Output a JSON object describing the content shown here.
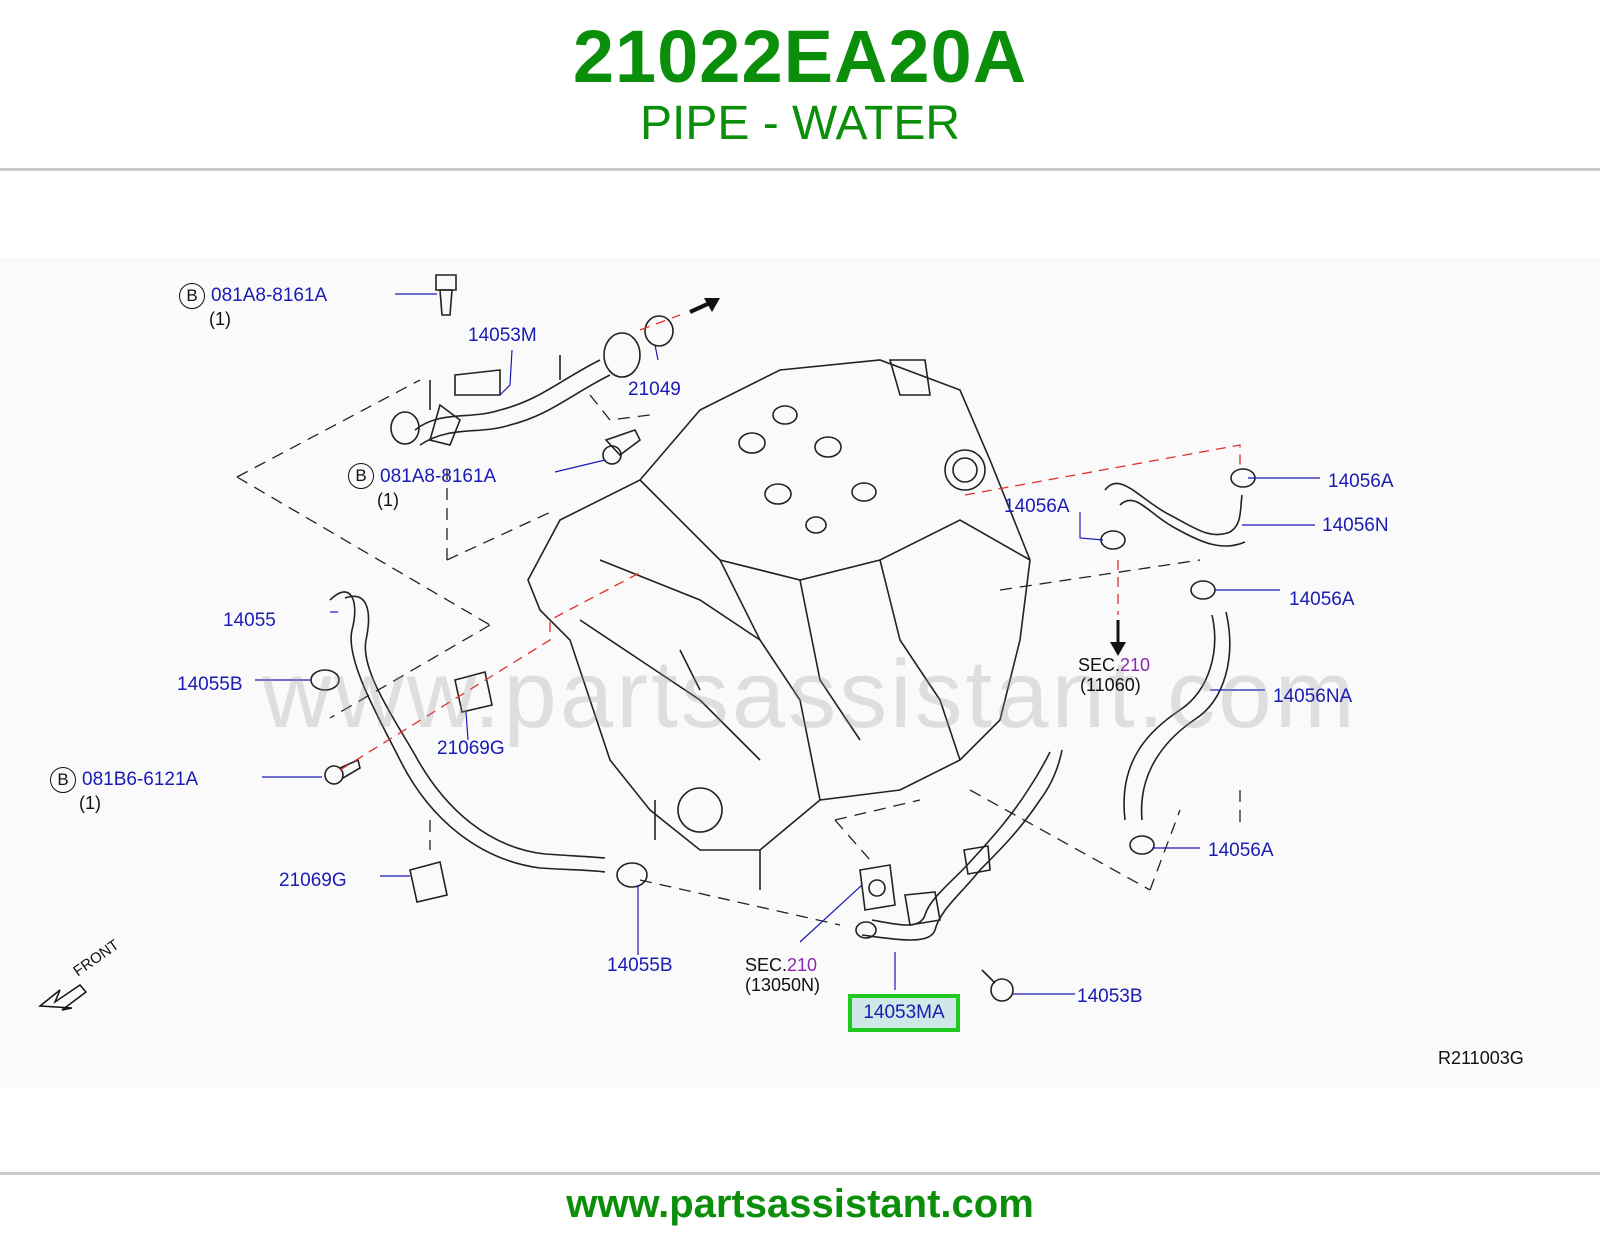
{
  "header": {
    "part_number": "21022EA20A",
    "part_name": "PIPE - WATER"
  },
  "footer": {
    "url": "www.partsassistant.com"
  },
  "watermark": "www.partsassistant.com",
  "diagram": {
    "code": "R211003G",
    "front_label": "FRONT",
    "highlighted_part": "14053MA",
    "callouts": {
      "b_081A8_top": "081A8-8161A",
      "b_081A8_top_qty": "(1)",
      "b_081A8_mid": "081A8-8161A",
      "b_081A8_mid_qty": "(1)",
      "b_081B6": "081B6-6121A",
      "b_081B6_qty": "(1)",
      "p14053M": "14053M",
      "p21049": "21049",
      "p14056A_1": "14056A",
      "p14056A_2": "14056A",
      "p14056N": "14056N",
      "p14056A_3": "14056A",
      "p14056NA": "14056NA",
      "p14056A_4": "14056A",
      "p14055": "14055",
      "p14055B_1": "14055B",
      "p21069G_1": "21069G",
      "p21069G_2": "21069G",
      "p14055B_2": "14055B",
      "p14053B": "14053B",
      "sec_prefix": "SEC.",
      "sec_num": "210",
      "sec1_ref": "(11060)",
      "sec2_ref": "(13050N)",
      "b_letter": "B"
    }
  },
  "colors": {
    "brand_green": "#0b8f0b",
    "callout_blue": "#1a1ab4",
    "sec_purple": "#8a2ab0",
    "highlight_border": "#1ec81e",
    "red_dash": "#e03030"
  }
}
